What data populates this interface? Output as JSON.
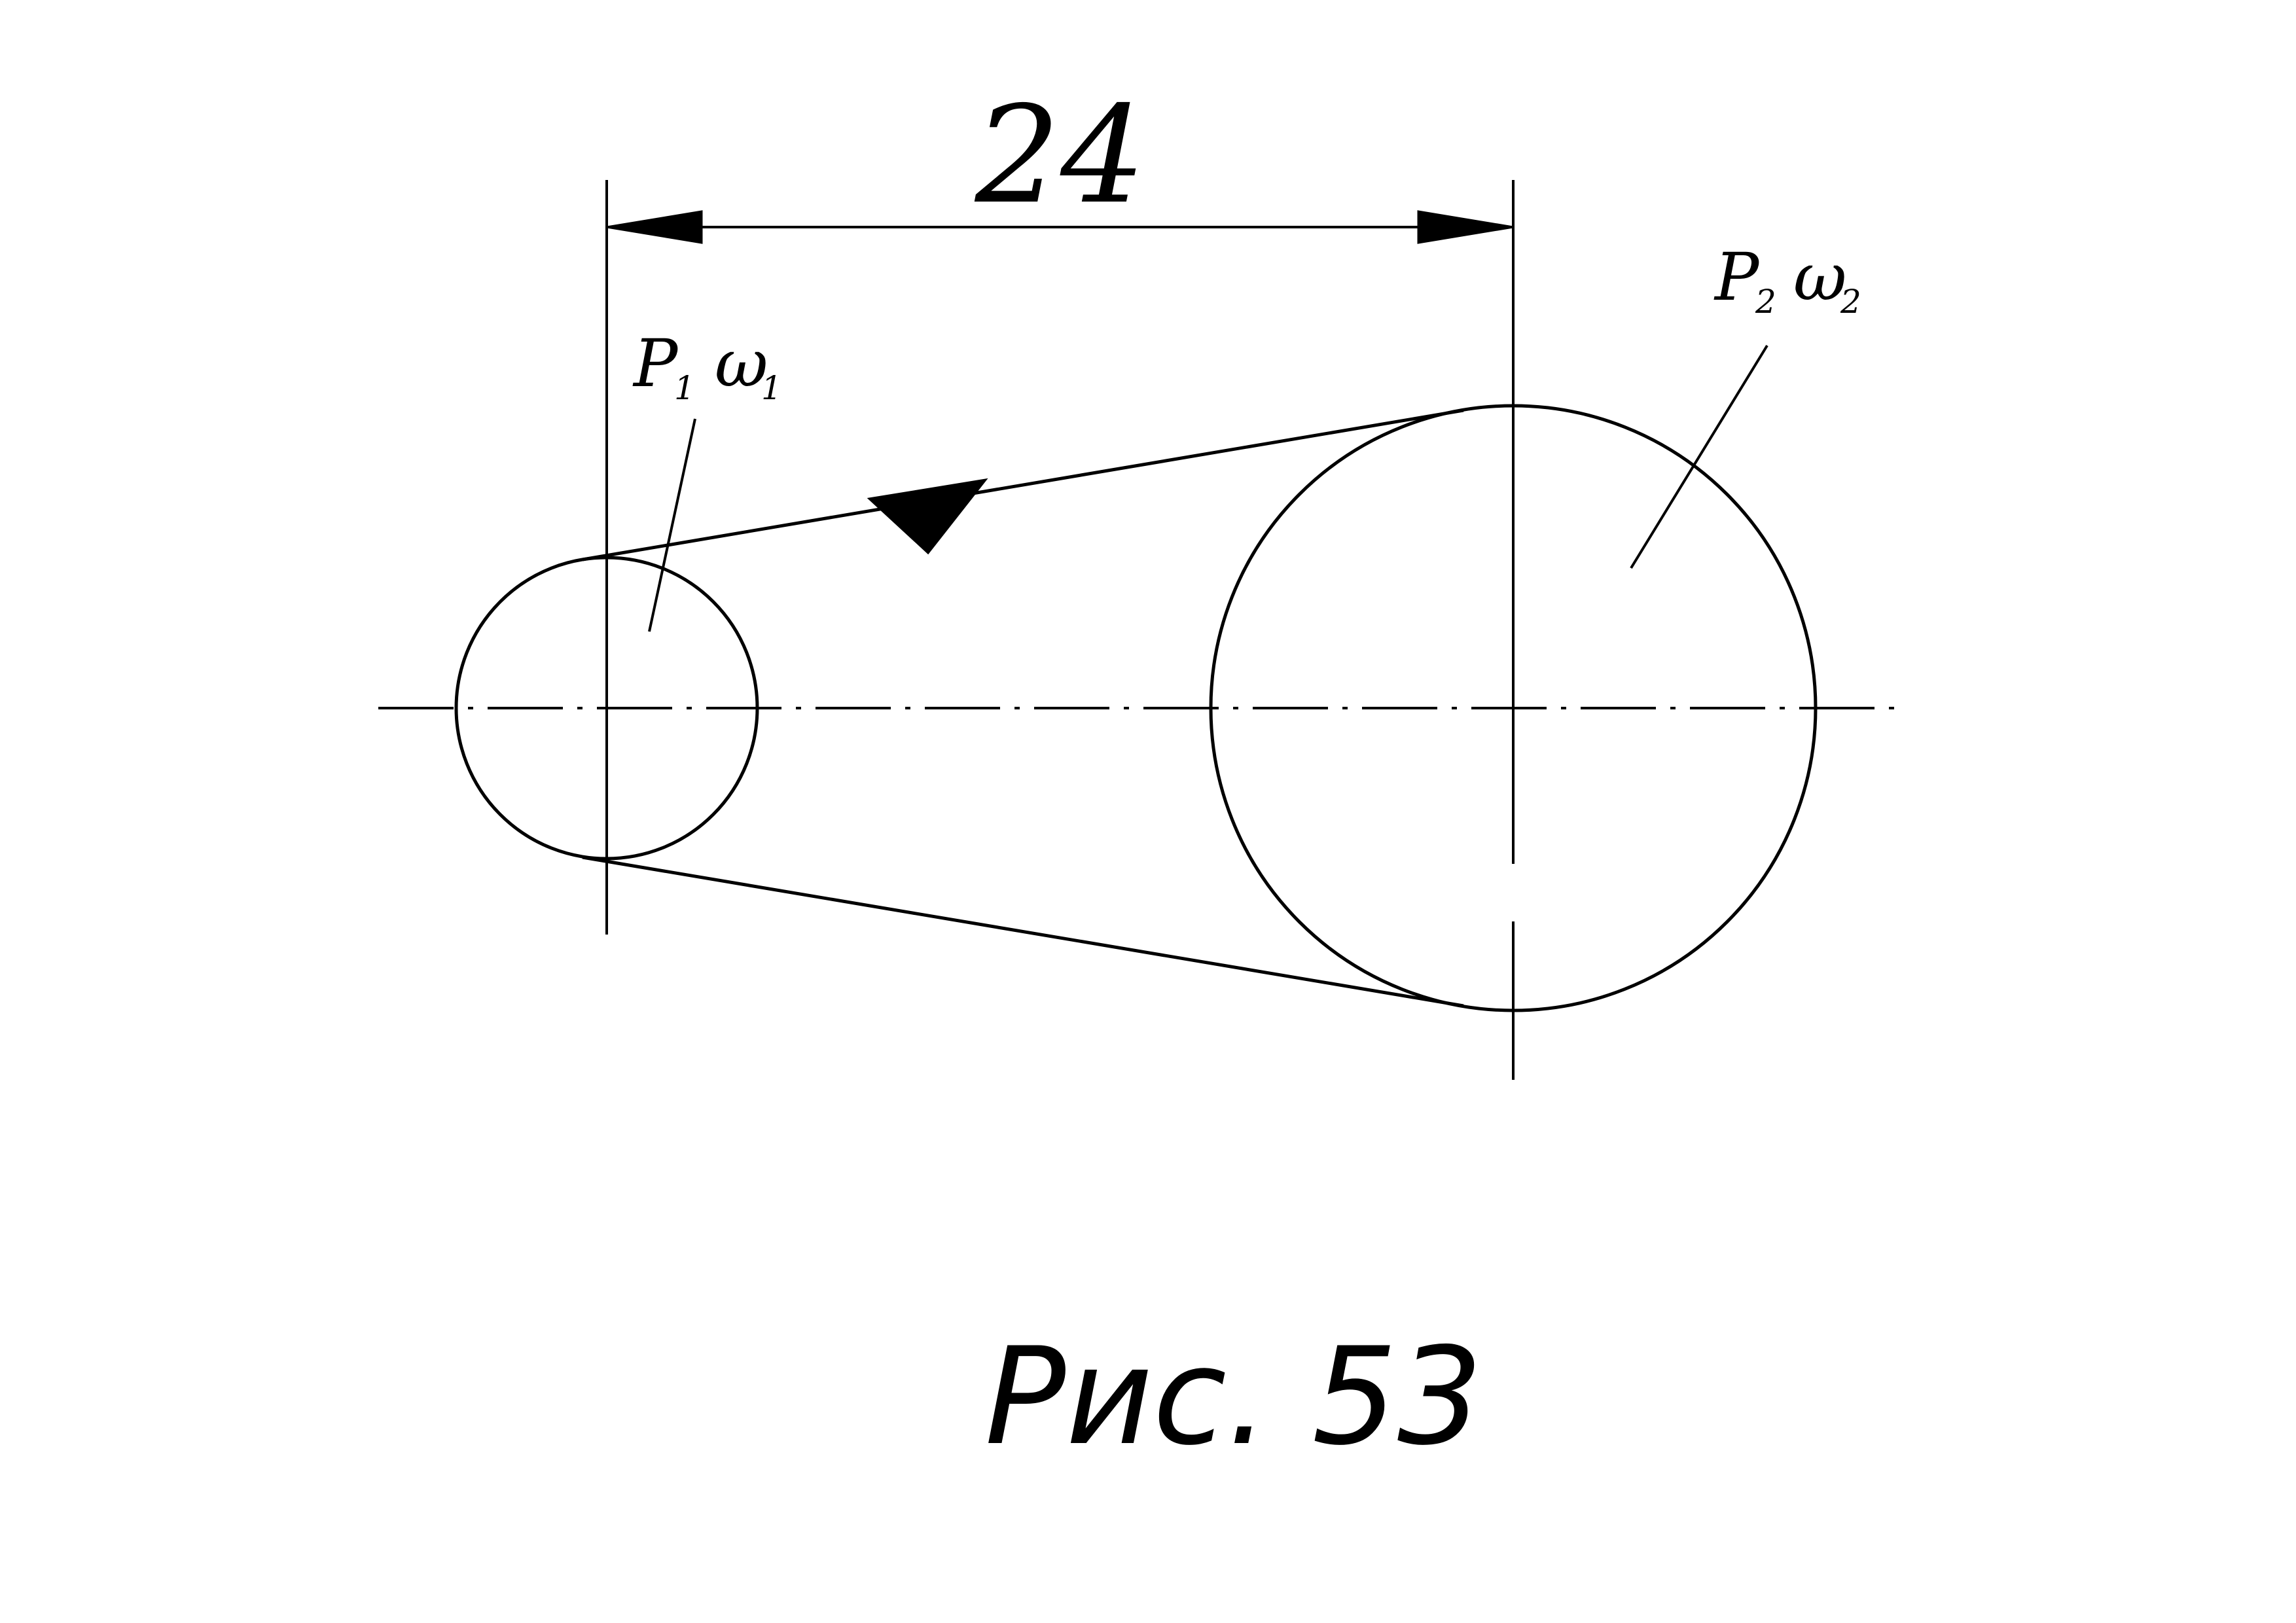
{
  "dimension": {
    "value": "24"
  },
  "pulley_small": {
    "label_p": "P",
    "sub_p": "1",
    "label_w": "ω",
    "sub_w": "1"
  },
  "pulley_large": {
    "label_p": "P",
    "sub_p": "2",
    "label_w": "ω",
    "sub_w": "2"
  },
  "caption": {
    "text": "Рис. 53"
  }
}
